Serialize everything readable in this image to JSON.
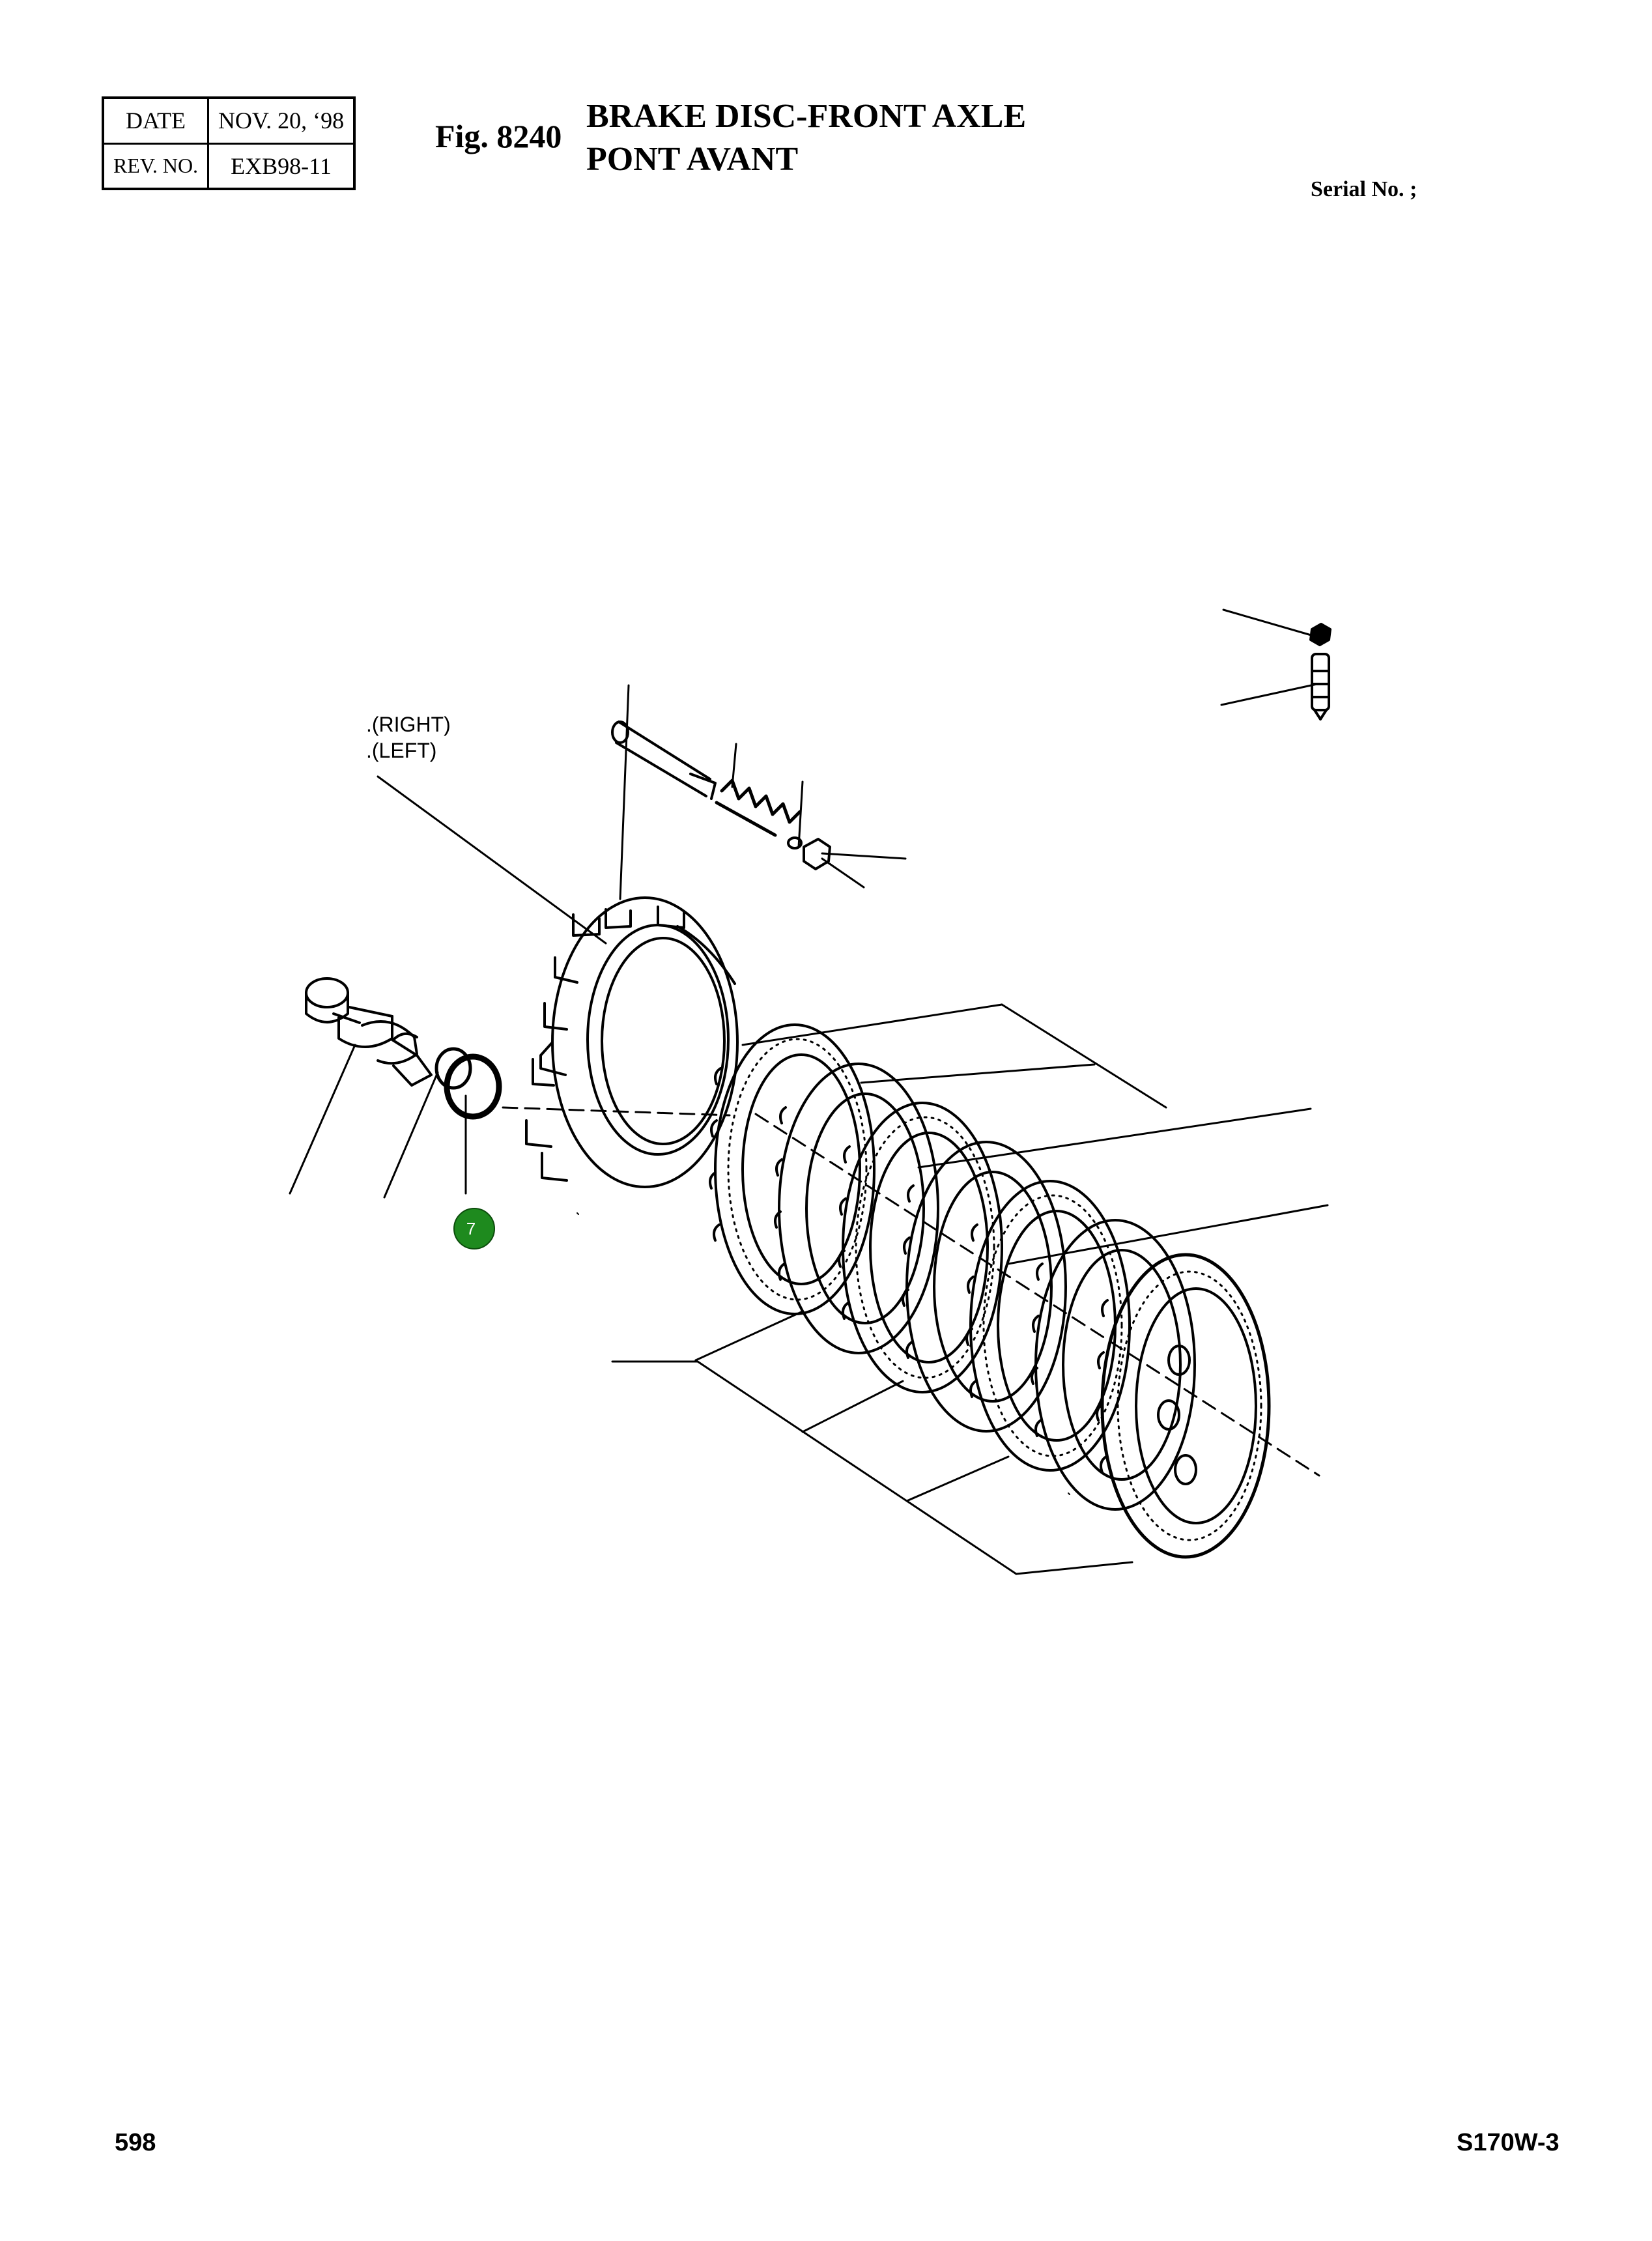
{
  "header": {
    "date_label": "DATE",
    "date_value": "NOV. 20, ‘98",
    "rev_label": "REV. NO.",
    "rev_value": "EXB98-11",
    "figure_number": "Fig. 8240",
    "title_line1": "BRAKE DISC-FRONT AXLE",
    "title_line2": "PONT AVANT",
    "serial": "Serial No. ;"
  },
  "diagram": {
    "side_right": ".(RIGHT)",
    "side_left": ".(LEFT)",
    "callouts": [
      {
        "number": "7",
        "color": "#1e8a1e"
      }
    ]
  },
  "footer": {
    "page_number": "598",
    "model": "S170W-3"
  }
}
